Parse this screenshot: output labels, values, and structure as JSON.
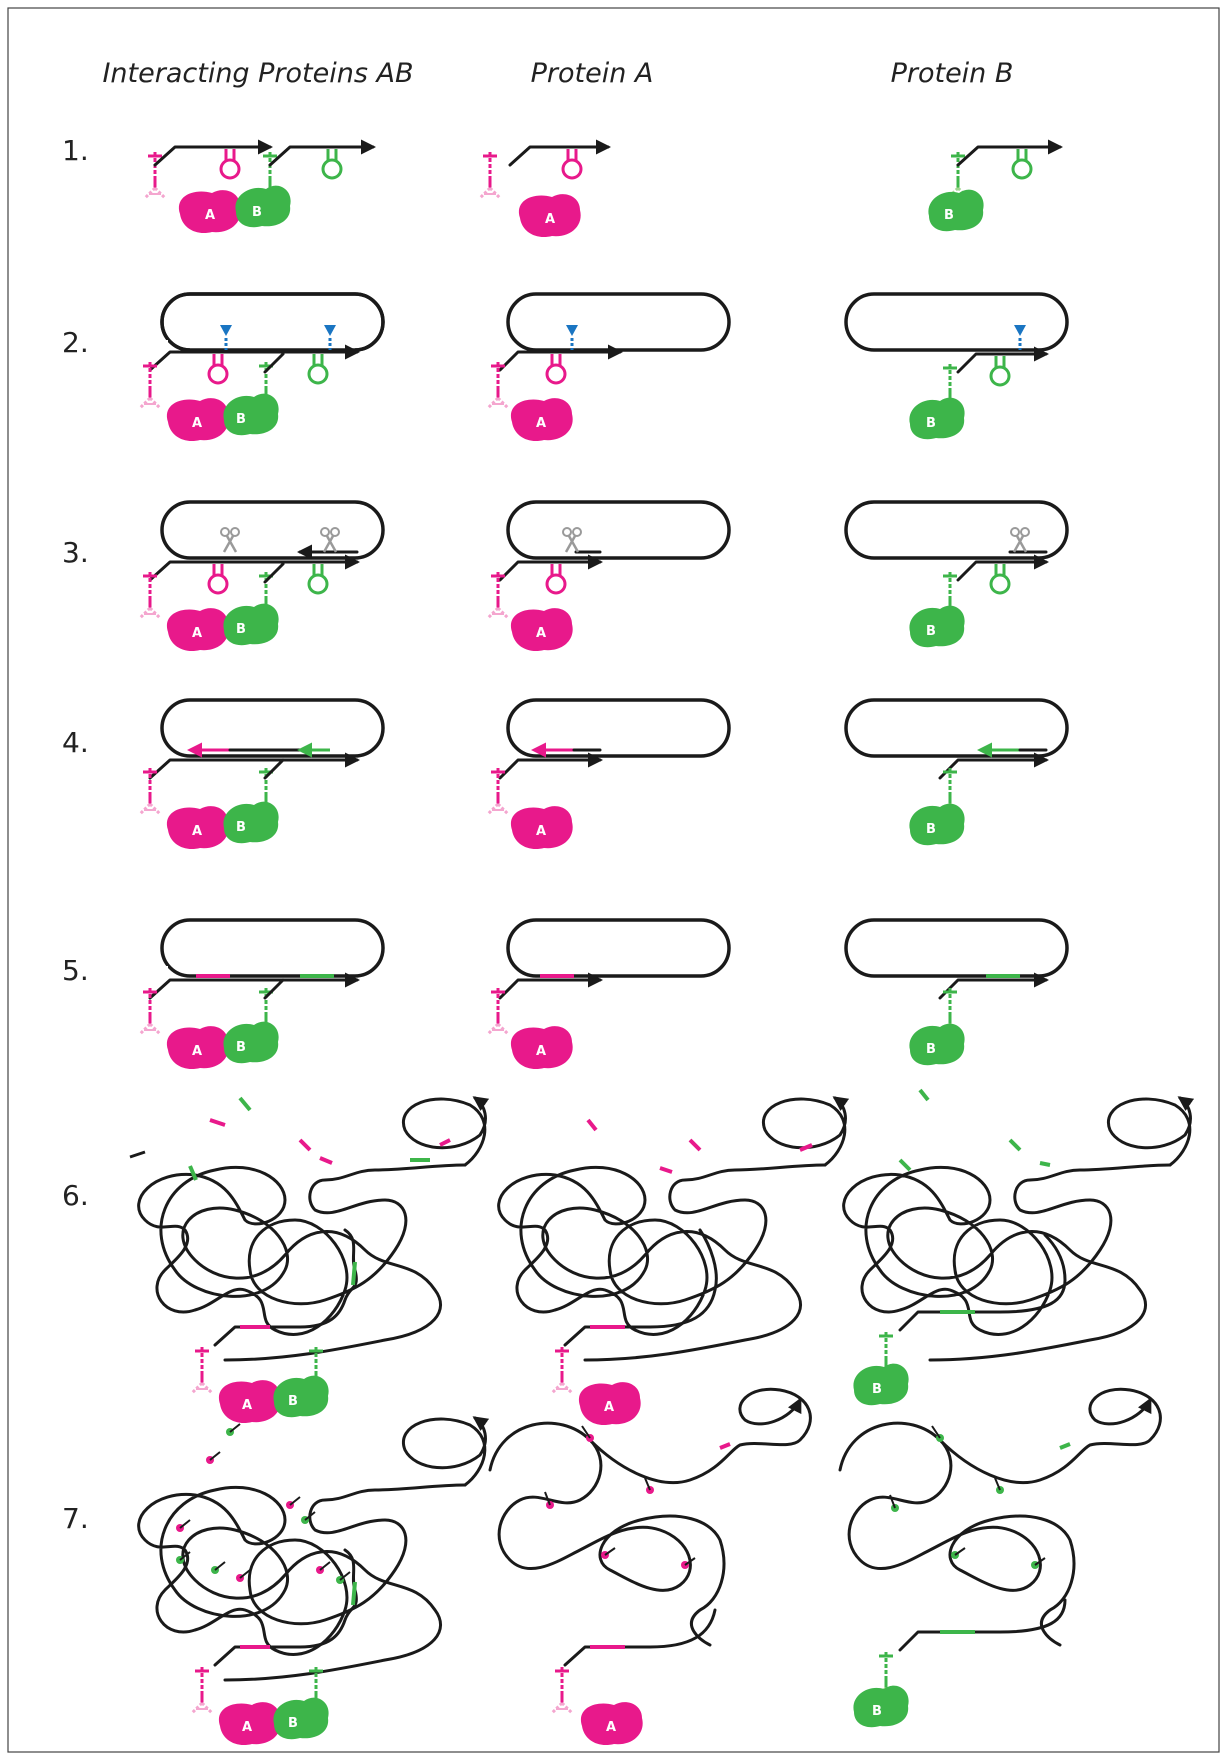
{
  "columns": [
    {
      "title": "Interacting Proteins AB"
    },
    {
      "title": "Protein A"
    },
    {
      "title": "Protein B"
    }
  ],
  "steps": [
    {
      "label": "1."
    },
    {
      "label": "2."
    },
    {
      "label": "3."
    },
    {
      "label": "4."
    },
    {
      "label": "5."
    },
    {
      "label": "6."
    },
    {
      "label": "7."
    }
  ],
  "proteins": {
    "a": {
      "label": "A",
      "color": "#e8198b"
    },
    "b": {
      "label": "B",
      "color": "#3db54a"
    }
  },
  "colors": {
    "magenta": "#e8198b",
    "magenta_light": "#f4a6cf",
    "green": "#3db54a",
    "green_light": "#9fd68f",
    "nick_blue": "#1a75c2",
    "scissors_gray": "#9a9a9a"
  },
  "icons": {
    "nick_marker": "triangle-marker-icon",
    "cleavage": "scissors-icon"
  }
}
